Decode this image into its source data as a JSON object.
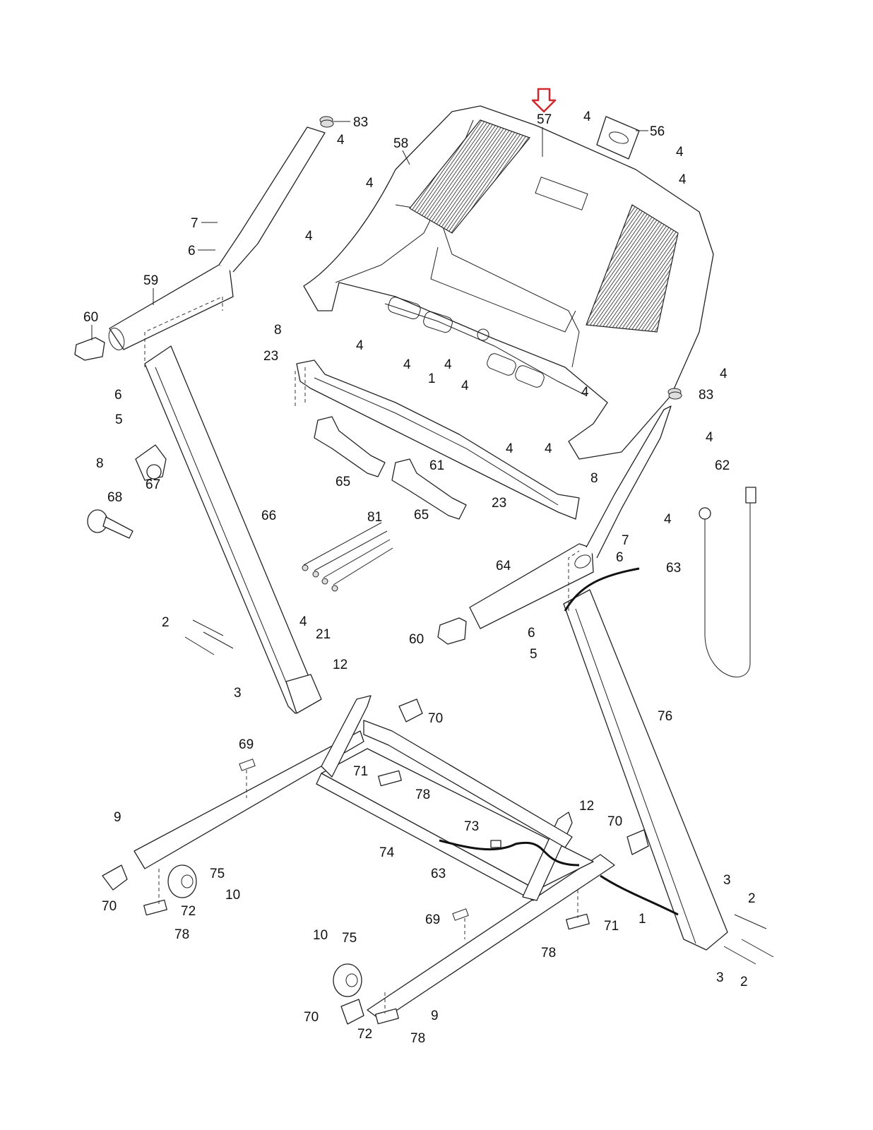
{
  "diagram": {
    "type": "exploded-parts-diagram",
    "subject": "treadmill upright and console assembly",
    "highlight": {
      "part": "57",
      "indicator": "down-arrow",
      "color": "#d0282e"
    },
    "callouts": [
      {
        "id": "c57",
        "label": "57"
      },
      {
        "id": "c83a",
        "label": "83"
      },
      {
        "id": "c4a",
        "label": "4"
      },
      {
        "id": "c58",
        "label": "58"
      },
      {
        "id": "c4b",
        "label": "4"
      },
      {
        "id": "c56",
        "label": "56"
      },
      {
        "id": "c4c",
        "label": "4"
      },
      {
        "id": "c4d",
        "label": "4"
      },
      {
        "id": "c4e",
        "label": "4"
      },
      {
        "id": "c7a",
        "label": "7"
      },
      {
        "id": "c4f",
        "label": "4"
      },
      {
        "id": "c6a",
        "label": "6"
      },
      {
        "id": "c59",
        "label": "59"
      },
      {
        "id": "c60a",
        "label": "60"
      },
      {
        "id": "c8a",
        "label": "8"
      },
      {
        "id": "c23a",
        "label": "23"
      },
      {
        "id": "c4g",
        "label": "4"
      },
      {
        "id": "c4h",
        "label": "4"
      },
      {
        "id": "c4i",
        "label": "4"
      },
      {
        "id": "c1a",
        "label": "1"
      },
      {
        "id": "c4j",
        "label": "4"
      },
      {
        "id": "c4k",
        "label": "4"
      },
      {
        "id": "c4l",
        "label": "4"
      },
      {
        "id": "c83b",
        "label": "83"
      },
      {
        "id": "c6b",
        "label": "6"
      },
      {
        "id": "c5a",
        "label": "5"
      },
      {
        "id": "c4m",
        "label": "4"
      },
      {
        "id": "c61",
        "label": "61"
      },
      {
        "id": "c4n",
        "label": "4"
      },
      {
        "id": "c8b",
        "label": "8"
      },
      {
        "id": "c8c",
        "label": "8"
      },
      {
        "id": "c67",
        "label": "67"
      },
      {
        "id": "c65a",
        "label": "65"
      },
      {
        "id": "c62",
        "label": "62"
      },
      {
        "id": "c68",
        "label": "68"
      },
      {
        "id": "c23b",
        "label": "23"
      },
      {
        "id": "c65b",
        "label": "65"
      },
      {
        "id": "c66",
        "label": "66"
      },
      {
        "id": "c81",
        "label": "81"
      },
      {
        "id": "c4o",
        "label": "4"
      },
      {
        "id": "c7b",
        "label": "7"
      },
      {
        "id": "c4p",
        "label": "4"
      },
      {
        "id": "c6c",
        "label": "6"
      },
      {
        "id": "c64",
        "label": "64"
      },
      {
        "id": "c63a",
        "label": "63"
      },
      {
        "id": "c4q",
        "label": "4"
      },
      {
        "id": "c21",
        "label": "21"
      },
      {
        "id": "c2a",
        "label": "2"
      },
      {
        "id": "c6d",
        "label": "6"
      },
      {
        "id": "c60b",
        "label": "60"
      },
      {
        "id": "c5b",
        "label": "5"
      },
      {
        "id": "c12a",
        "label": "12"
      },
      {
        "id": "c3a",
        "label": "3"
      },
      {
        "id": "c76",
        "label": "76"
      },
      {
        "id": "c70a",
        "label": "70"
      },
      {
        "id": "c69a",
        "label": "69"
      },
      {
        "id": "c71a",
        "label": "71"
      },
      {
        "id": "c78a",
        "label": "78"
      },
      {
        "id": "c9a",
        "label": "9"
      },
      {
        "id": "c12b",
        "label": "12"
      },
      {
        "id": "c70b",
        "label": "70"
      },
      {
        "id": "c73",
        "label": "73"
      },
      {
        "id": "c74",
        "label": "74"
      },
      {
        "id": "c75a",
        "label": "75"
      },
      {
        "id": "c63b",
        "label": "63"
      },
      {
        "id": "c10a",
        "label": "10"
      },
      {
        "id": "c70c",
        "label": "70"
      },
      {
        "id": "c72a",
        "label": "72"
      },
      {
        "id": "c3b",
        "label": "3"
      },
      {
        "id": "c2b",
        "label": "2"
      },
      {
        "id": "c78b",
        "label": "78"
      },
      {
        "id": "c69b",
        "label": "69"
      },
      {
        "id": "c1b",
        "label": "1"
      },
      {
        "id": "c71b",
        "label": "71"
      },
      {
        "id": "c10b",
        "label": "10"
      },
      {
        "id": "c75b",
        "label": "75"
      },
      {
        "id": "c78c",
        "label": "78"
      },
      {
        "id": "c3c",
        "label": "3"
      },
      {
        "id": "c2c",
        "label": "2"
      },
      {
        "id": "c70d",
        "label": "70"
      },
      {
        "id": "c9b",
        "label": "9"
      },
      {
        "id": "c72b",
        "label": "72"
      },
      {
        "id": "c78d",
        "label": "78"
      }
    ]
  }
}
